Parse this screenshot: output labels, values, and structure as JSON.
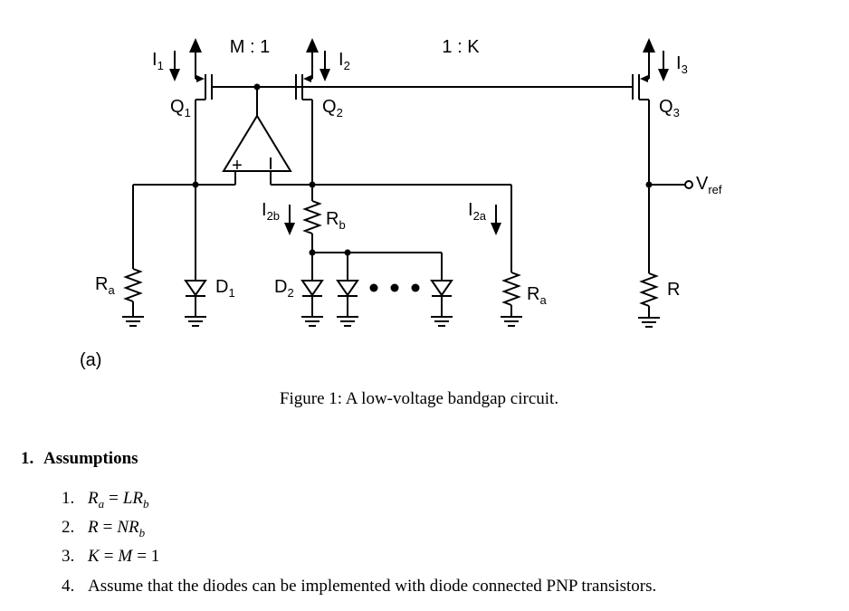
{
  "page": {
    "background": "#ffffff",
    "ink": "#000000"
  },
  "figure": {
    "subfigure_label": "(a)",
    "caption": "Figure 1: A low-voltage bandgap circuit.",
    "ratio_left": "M : 1",
    "ratio_right": "1 : K",
    "labels": {
      "i1": {
        "base": "I",
        "sub": "1"
      },
      "i2": {
        "base": "I",
        "sub": "2"
      },
      "i3": {
        "base": "I",
        "sub": "3"
      },
      "q1": {
        "base": "Q",
        "sub": "1"
      },
      "q2": {
        "base": "Q",
        "sub": "2"
      },
      "q3": {
        "base": "Q",
        "sub": "3"
      },
      "i2b": {
        "base": "I",
        "sub": "2b"
      },
      "i2a": {
        "base": "I",
        "sub": "2a"
      },
      "rb": {
        "base": "R",
        "sub": "b"
      },
      "ra_left": {
        "base": "R",
        "sub": "a"
      },
      "ra_right": {
        "base": "R",
        "sub": "a"
      },
      "r": {
        "base": "R",
        "sub": ""
      },
      "d1": {
        "base": "D",
        "sub": "1"
      },
      "d2": {
        "base": "D",
        "sub": "2"
      },
      "vref": {
        "base": "V",
        "sub": "ref"
      },
      "opamp_plus": "+"
    }
  },
  "section": {
    "number": "1.",
    "title": "Assumptions",
    "items": [
      {
        "num": "1.",
        "a": "R",
        "a_sub": "a",
        "eq": "=",
        "b": "LR",
        "b_sub": "b",
        "rest": ""
      },
      {
        "num": "2.",
        "a": "R",
        "a_sub": "",
        "eq": "=",
        "b": "NR",
        "b_sub": "b",
        "rest": ""
      },
      {
        "num": "3.",
        "a": "K",
        "a_sub": "",
        "eq": "=",
        "b": "M",
        "b_sub": "",
        "rest": "= 1"
      },
      {
        "num": "4.",
        "text": "Assume that the diodes can be implemented with diode connected PNP transistors."
      }
    ]
  }
}
